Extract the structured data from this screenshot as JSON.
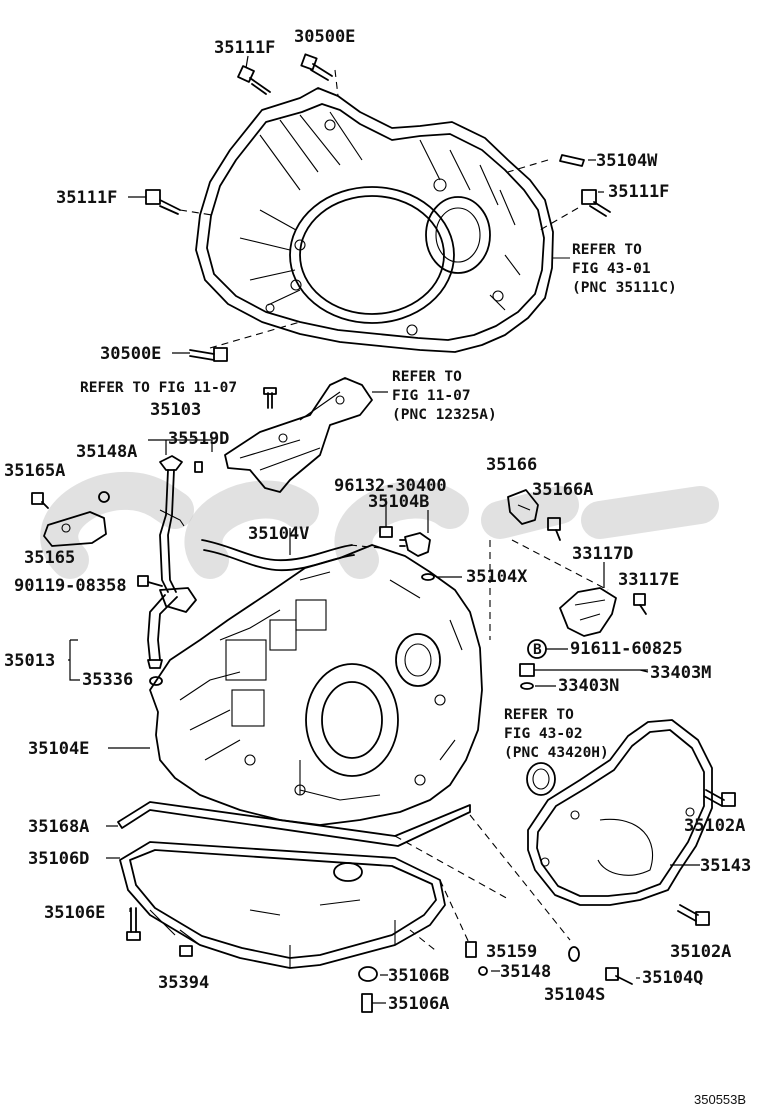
{
  "diagram_id": "350553B",
  "labels": {
    "l35111F_top": "35111F",
    "l30500E_top": "30500E",
    "l35104W": "35104W",
    "l35111F_left": "35111F",
    "l35111F_right": "35111F",
    "l30500E_mid": "30500E",
    "l35103": "35103",
    "l35519D": "35519D",
    "l35148A": "35148A",
    "l35165A": "35165A",
    "l35165": "35165",
    "l90119": "90119-08358",
    "l35013": "35013",
    "l35336": "35336",
    "l35104E": "35104E",
    "l35168A": "35168A",
    "l35106D": "35106D",
    "l35106E": "35106E",
    "l35394": "35394",
    "l35104V": "35104V",
    "l96132": "96132-30400",
    "l35104B": "35104B",
    "l35104X": "35104X",
    "l35166": "35166",
    "l35166A": "35166A",
    "l33117D": "33117D",
    "l33117E": "33117E",
    "l91611": "91611-60825",
    "l33403M": "33403M",
    "l33403N": "33403N",
    "l35102A_top": "35102A",
    "l35143": "35143",
    "l35102A_bot": "35102A",
    "l35159": "35159",
    "l35148": "35148",
    "l35106B": "35106B",
    "l35106A": "35106A",
    "l35104S": "35104S",
    "l35104Q": "35104Q",
    "marker_b": "B"
  },
  "refs": {
    "ref1": [
      "REFER TO",
      "FIG 43-01",
      "(PNC 35111C)"
    ],
    "ref2": [
      "REFER TO FIG 11-07"
    ],
    "ref3": [
      "REFER TO",
      "FIG 11-07",
      "(PNC 12325A)"
    ],
    "ref4": [
      "REFER TO",
      "FIG 43-02",
      "(PNC 43420H)"
    ]
  }
}
